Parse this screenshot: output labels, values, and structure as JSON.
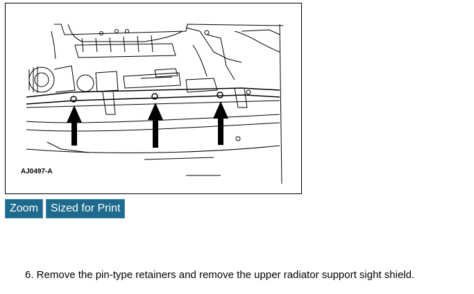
{
  "figure": {
    "label": "AJ0497-A"
  },
  "buttons": {
    "zoom_label": "Zoom",
    "print_label": "Sized for Print"
  },
  "step": {
    "text": "6. Remove the pin-type retainers and remove the upper radiator support sight shield."
  }
}
